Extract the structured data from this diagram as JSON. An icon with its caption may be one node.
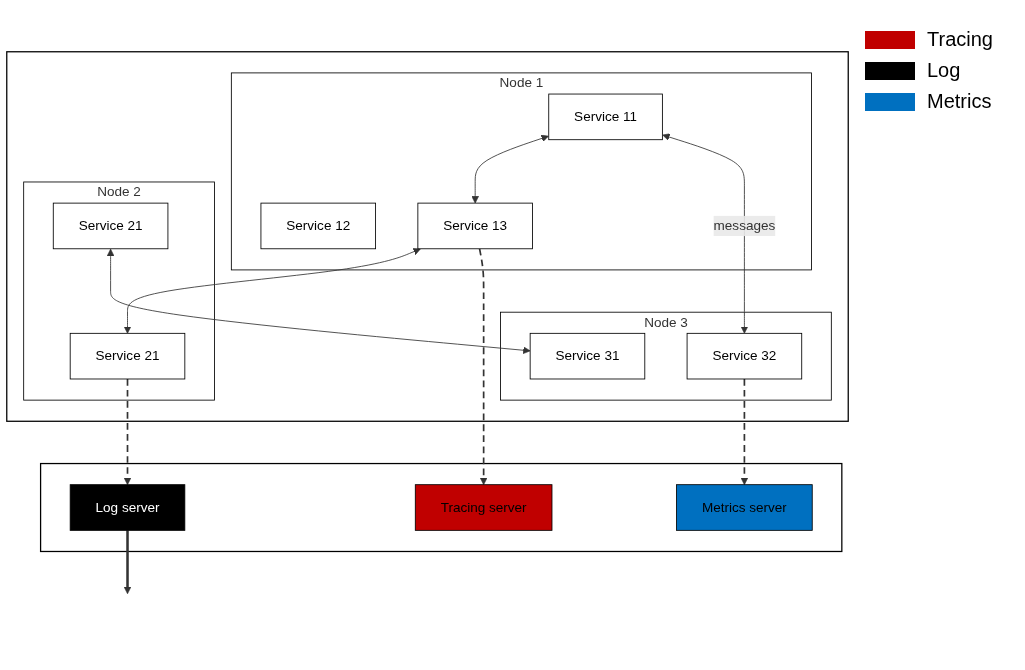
{
  "diagram": {
    "nodes": [
      {
        "text": [],
        "shape": "box"
      },
      {
        "text": [
          "Node 1"
        ],
        "in": 0
      },
      {
        "text": [
          "Service 11"
        ],
        "in": 1
      },
      {
        "text": [
          "Service 12"
        ],
        "in": 1
      },
      {
        "text": [
          "Service 13"
        ],
        "in": 1
      },
      {
        "text": [
          "Node 2"
        ],
        "in": 0
      },
      {
        "text": [
          "Service 21"
        ],
        "in": 5
      },
      {
        "text": [
          "Service 21"
        ],
        "in": 5
      },
      {
        "text": [
          "Node 3"
        ],
        "in": 0
      },
      {
        "text": [
          "Service 31"
        ],
        "in": 8
      },
      {
        "text": [
          "Service 32"
        ],
        "in": 8
      },
      {
        "text": [],
        "shape": "box"
      },
      {
        "text": [
          "Tracing server"
        ],
        "in": 11
      },
      {
        "text": [
          "Log server"
        ],
        "in": 11
      },
      {
        "text": [
          "Metrics server"
        ],
        "in": 11
      }
    ],
    "edges": [
      {
        "from": 2,
        "to": 4,
        "arrow": "both"
      },
      {
        "from": 2,
        "to": 10,
        "arrow": "both",
        "label": "messages"
      },
      {
        "from": 6,
        "to": 9,
        "arrow": "both"
      },
      {
        "from": 4,
        "to": 7,
        "arrow": "both"
      },
      {
        "from": 4,
        "to": 12,
        "arrow": "to",
        "style": "dashed"
      },
      {
        "from": 7,
        "to": 13,
        "arrow": "to",
        "style": "dashed"
      },
      {
        "from": 10,
        "to": 14,
        "arrow": "to",
        "style": "dashed"
      },
      {
        "from": 13,
        "to": null,
        "arrow": "to",
        "style": "thick"
      }
    ],
    "legend": [
      {
        "text": "Tracing",
        "color": "#c00000"
      },
      {
        "text": "Log",
        "color": "#000000"
      },
      {
        "text": "Metrics",
        "color": "#0070c0"
      }
    ]
  }
}
